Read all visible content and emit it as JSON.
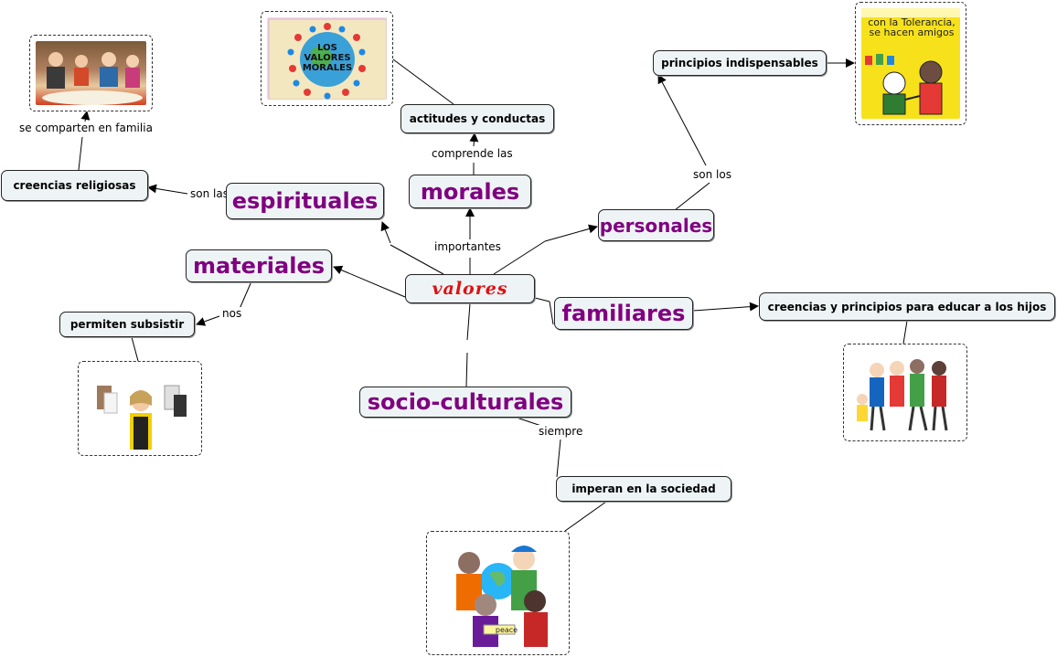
{
  "nodes": {
    "center": "valores",
    "espirituales": "espirituales",
    "morales": "morales",
    "personales": "personales",
    "materiales": "materiales",
    "familiares": "familiares",
    "socio": "socio-culturales",
    "creencias_religiosas": "creencias religiosas",
    "actitudes": "actitudes y conductas",
    "principios": "principios indispensables",
    "subsistir": "permiten subsistir",
    "creencias_hijos": "creencias y principios para educar a los hijos",
    "imperan": "imperan en la sociedad"
  },
  "links": {
    "importantes": "importantes",
    "son_las": "son las",
    "comprende_las": "comprende las",
    "son_los": "son los",
    "nos": "nos",
    "siempre": "siempre",
    "se_comparten": "se comparten en familia"
  },
  "images": {
    "valores_morales_caption": "LOS VALORES MORALES",
    "tolerancia_caption": "con la Tolerancia, se hacen amigos",
    "peace_caption": "peace"
  },
  "colors": {
    "category_text": "#800080",
    "center_text": "#e01010",
    "node_fill": "#eef4f6"
  }
}
